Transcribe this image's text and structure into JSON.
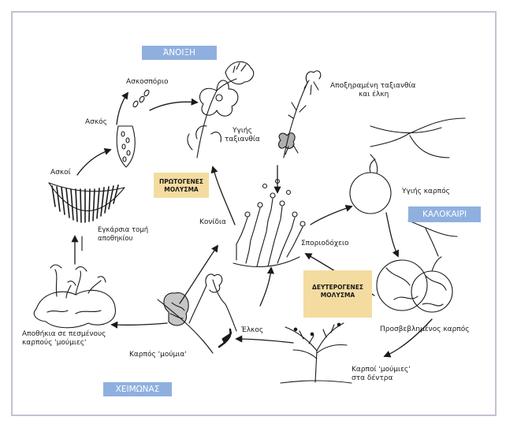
{
  "seasons": {
    "spring": "ΆΝΟΙΞΗ",
    "summer": "ΚΑΛΟΚΑΙΡΙ",
    "winter": "ΧΕΙΜΩΝΑΣ"
  },
  "notes": {
    "primary": [
      "ΠΡΩΤΟΓΕΝΕΣ",
      "ΜΟΛΥΣΜΑ"
    ],
    "secondary": [
      "ΔΕΥΤΕΡΟΓΕΝΕΣ",
      "ΜΟΛΥΣΜΑ"
    ]
  },
  "labels": {
    "ascospore": "Ασκοσπόριο",
    "ascus": "Ασκός",
    "asci": "Ασκοί",
    "cross_section": [
      "Εγκάρσια τομή",
      "αποθηκίου"
    ],
    "healthy_blossom": [
      "Υγιής",
      "ταξιανθία"
    ],
    "dried_blossom": [
      "Αποξηραμένη ταξιανθία",
      "και έλκη"
    ],
    "healthy_fruit": "Υγιής καρπός",
    "conidia": "Κονίδια",
    "sporodochium": "Σποριοδόχειο",
    "infected_fruit": "Προσβεβλημένος καρπός",
    "mummies_on_trees": [
      "Καρποί 'μούμιες'",
      "στα δέντρα"
    ],
    "canker": "Έλκος",
    "mummy_fruit": "Καρπός 'μούμια'",
    "apothecia": [
      "Αποθήκια σε πεσμένους",
      "καρπούς 'μούμιες'"
    ]
  },
  "colors": {
    "season_bg": "#8fb0df",
    "note_bg": "#f4dca0",
    "ink": "#1a1a1a",
    "frame": "#c9bfcf"
  }
}
